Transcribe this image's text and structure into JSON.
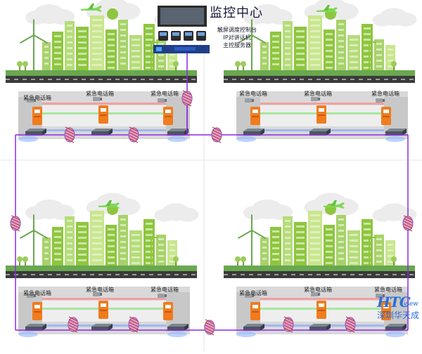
{
  "control_center": {
    "title": "监控中心",
    "labels": [
      "触屏调度控制台",
      "IP对讲话机",
      "主控服务器"
    ]
  },
  "tunnel_box_label": "紧急电话箱",
  "brand": {
    "logo": "HTC",
    "suffix": "view",
    "name": "深圳华天成"
  },
  "colors": {
    "network_line": "#8a2be2",
    "building_green": "#8ec63f",
    "ground_green": "#6aa84f",
    "road_gray": "#d9d9d9",
    "box_orange": "#f07c1e",
    "line_red": "#f2a0a0",
    "line_green": "#a8e6a0",
    "line_blue": "#a0b8f0"
  }
}
